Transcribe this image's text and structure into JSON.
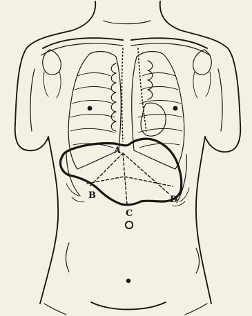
{
  "figure": {
    "labels": {
      "a": "A",
      "b": "B",
      "c": "C",
      "d": "D"
    },
    "colors": {
      "ink": "#1a1712",
      "paper": "#f4f0e4"
    }
  }
}
